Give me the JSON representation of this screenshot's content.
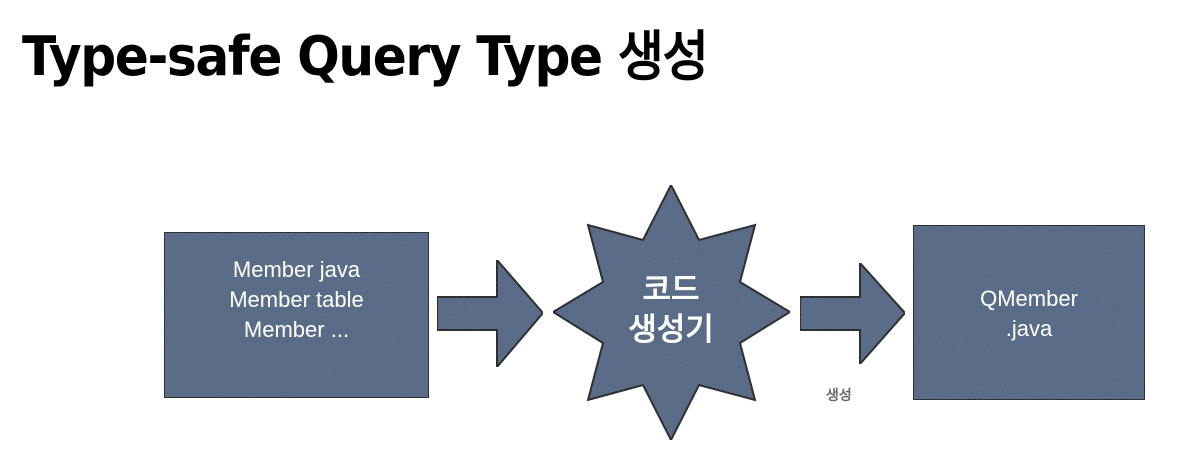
{
  "slide": {
    "title": "Type-safe Query Type 생성"
  },
  "diagram": {
    "fill_color": "#4d6382",
    "stroke_color": "#111111",
    "source_box": {
      "lines": [
        "Member java",
        "Member table",
        "Member ..."
      ]
    },
    "generator": {
      "lines": [
        "코드",
        "생성기"
      ]
    },
    "output_box": {
      "lines": [
        "QMember",
        ".java"
      ]
    },
    "arrow_caption": "생성"
  }
}
